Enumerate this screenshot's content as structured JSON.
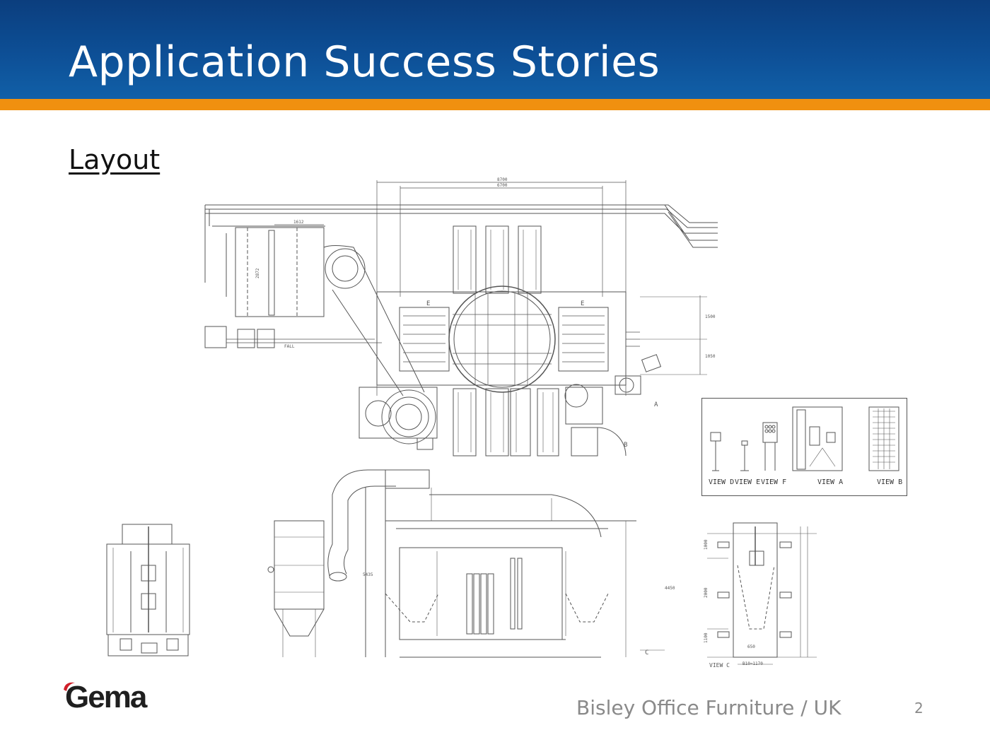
{
  "slide": {
    "title": "Application Success Stories",
    "subtitle": "Layout",
    "footer_text": "Bisley Office Furniture / UK",
    "page_number": "2"
  },
  "brand": {
    "logo_text": "Gema",
    "colors": {
      "header_blue": "#0d4f96",
      "accent_orange": "#f0900f",
      "logo_red": "#d0202a"
    }
  },
  "drawing": {
    "dimension_labels": [
      "8700",
      "6700",
      "1612",
      "2872",
      "1500",
      "1050",
      "5435",
      "4450",
      "1000",
      "2000",
      "1100",
      "650",
      "B10=1170"
    ],
    "point_labels": [
      "E",
      "E",
      "B",
      "A",
      "C",
      "FALL"
    ],
    "views": [
      "VIEW D",
      "VIEW E",
      "VIEW F",
      "VIEW A",
      "VIEW B",
      "VIEW C"
    ]
  }
}
